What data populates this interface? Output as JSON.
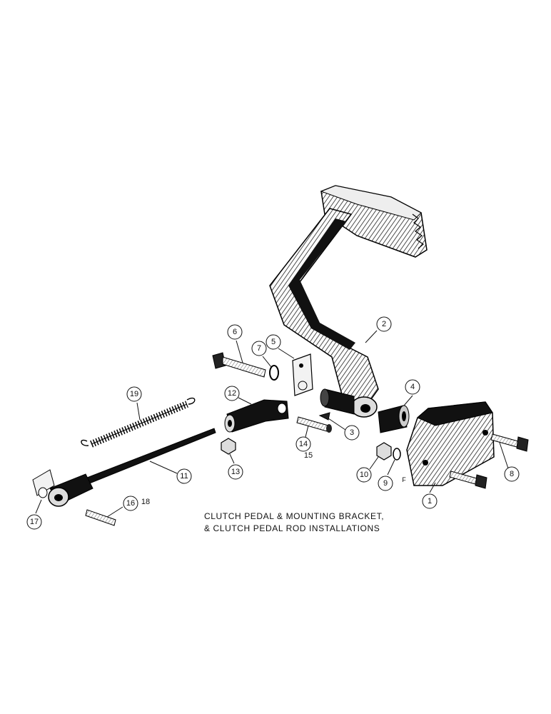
{
  "caption": {
    "line1": "CLUTCH PEDAL & MOUNTING BRACKET,",
    "line2": "& CLUTCH PEDAL ROD INSTALLATIONS"
  },
  "callouts": [
    "1",
    "2",
    "3",
    "4",
    "5",
    "6",
    "7",
    "8",
    "9",
    "10",
    "11",
    "12",
    "13",
    "14",
    "15",
    "16",
    "17",
    "18",
    "19"
  ],
  "bracket_mark": "F"
}
